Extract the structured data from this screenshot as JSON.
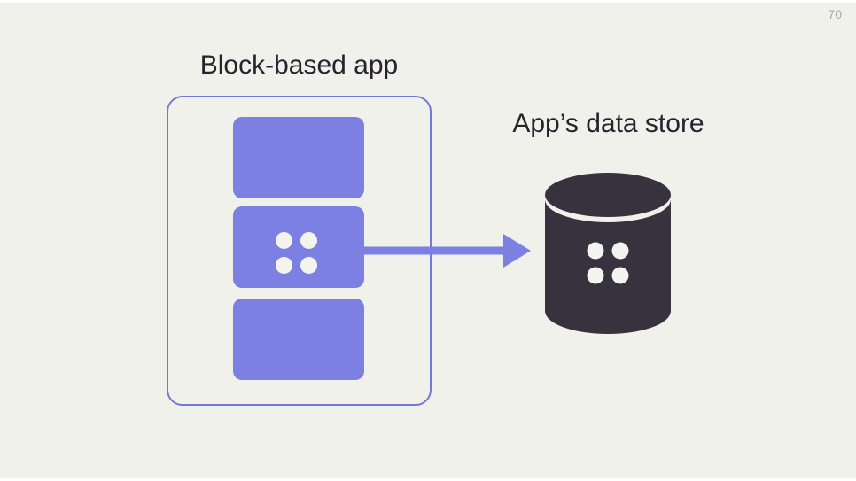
{
  "slide": {
    "page_number": "70",
    "app": {
      "title": "Block-based app",
      "block_count": 3,
      "middle_block_has_dots": true
    },
    "data_store": {
      "title": "App’s data store",
      "icon": "database-cylinder-icon",
      "dots_count": 4
    },
    "arrow": {
      "direction": "right",
      "from": "block-based-app-middle-block",
      "to": "apps-data-store"
    }
  },
  "colors": {
    "background": "#f1f1ec",
    "frame_white": "#ffffff",
    "accent_purple": "#7b80e2",
    "outline_purple": "#7478d8",
    "dark_cylinder": "#37323e",
    "text_dark": "#26232e",
    "page_number_gray": "#a9a9a5",
    "dot_fill": "#f4f4ef"
  }
}
